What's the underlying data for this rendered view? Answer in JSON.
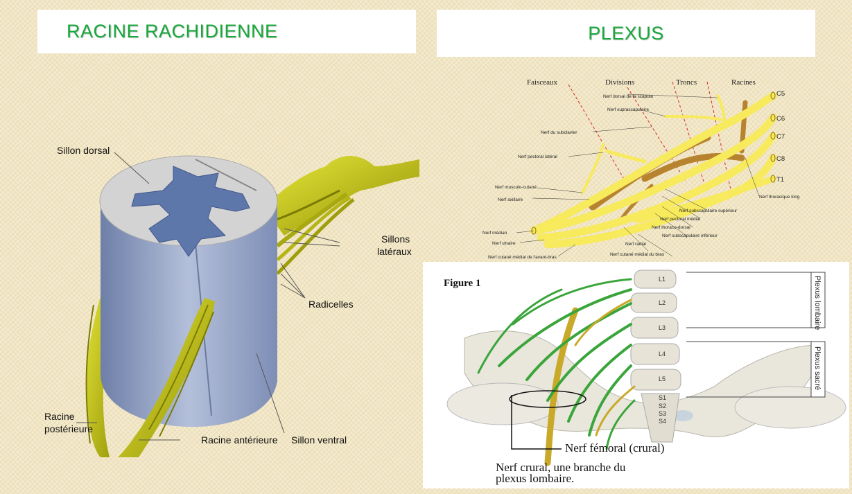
{
  "titles": {
    "left": "RACINE RACHIDIENNE",
    "right": "PLEXUS"
  },
  "spinal_labels": {
    "sillon_dorsal": "Sillon dorsal",
    "sillons_lateraux_1": "Sillons",
    "sillons_lateraux_2": "latéraux",
    "radicelles": "Radicelles",
    "racine_posterieure_1": "Racine",
    "racine_posterieure_2": "postérieure",
    "racine_anterieure": "Racine antérieure",
    "sillon_ventral": "Sillon ventral"
  },
  "brachial": {
    "headers": [
      "Faisceaux",
      "Divisions",
      "Troncs",
      "Racines"
    ],
    "roots": [
      "C5",
      "C6",
      "C7",
      "C8",
      "T1"
    ],
    "nerves": {
      "dorsal_scapula": "Nerf dorsal de la scapula",
      "suprascapulaire": "Nerf suprascapulaire",
      "subclavier": "Nerf du subclavier",
      "pectoral_lateral": "Nerf pectoral latéral",
      "musculo_cutane": "Nerf musculo-cutané",
      "axillaire": "Nerf axillaire",
      "median": "Nerf médian",
      "ulnaire": "Nerf ulnaire",
      "cutane_avant_bras": "Nerf cutané médial de l'avant-bras",
      "cutane_bras": "Nerf cutané médial du bras",
      "radial": "Nerf radial",
      "subscap_inferieur": "Nerf subscapulaire inférieur",
      "thoraco_dorsal": "Nerf thoraco-dorsal",
      "pectoral_medial": "Nerf pectoral médial",
      "subscap_superieur": "Nerf subscapulaire supérieur",
      "thoracique_long": "Nerf thoracique long"
    }
  },
  "lumbar": {
    "figure_label": "Figure 1",
    "vertebrae": [
      "L1",
      "L2",
      "L3",
      "L4",
      "L5",
      "S1",
      "S2",
      "S3",
      "S4"
    ],
    "plexus_lombaire": "Plexus lombaire",
    "plexus_sacre": "Plexus sacré",
    "nerf_femoral": "Nerf fémoral (crural)",
    "caption_1": "Nerf crural, une branche du",
    "caption_2": "plexus lombaire."
  },
  "colors": {
    "title_green": "#17a83a",
    "background": "#f1e6c4",
    "cord_grey": "#9aa8c6",
    "gray_matter": "#5e77ab",
    "nerve_yellow": "#cccc10",
    "plexus_yellow": "#f7ea5c",
    "plexus_brown": "#b8832f",
    "lumbar_green": "#3aa53a"
  }
}
